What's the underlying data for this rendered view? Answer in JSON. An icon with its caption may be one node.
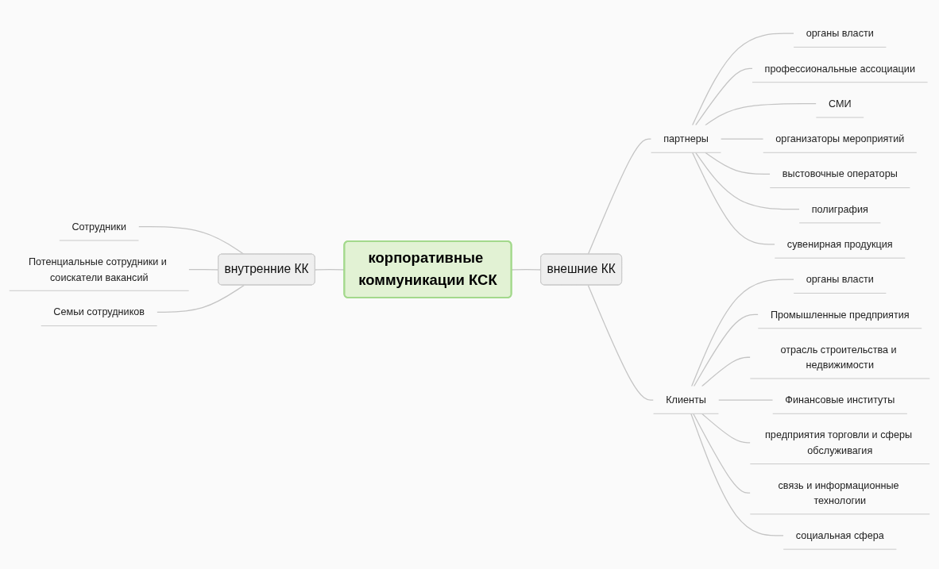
{
  "diagram": {
    "nodes": [
      {
        "text": [
          "корпоративные коммуникации КСК"
        ]
      },
      {
        "text": [
          "внутренние КК"
        ]
      },
      {
        "text": [
          "Сотрудники"
        ]
      },
      {
        "text": [
          "Потенциальные сотрудники и соискатели вакансий"
        ]
      },
      {
        "text": [
          "Семьи сотрудников"
        ]
      },
      {
        "text": [
          "внешние КК"
        ]
      },
      {
        "text": [
          "партнеры"
        ]
      },
      {
        "text": [
          "органы власти"
        ]
      },
      {
        "text": [
          "профессиональные ассоциации"
        ]
      },
      {
        "text": [
          "СМИ"
        ]
      },
      {
        "text": [
          "организаторы мероприятий"
        ]
      },
      {
        "text": [
          "выстовочные операторы"
        ]
      },
      {
        "text": [
          "полиграфия"
        ]
      },
      {
        "text": [
          "сувенирная продукция"
        ]
      },
      {
        "text": [
          "Клиенты"
        ]
      },
      {
        "text": [
          "органы власти"
        ]
      },
      {
        "text": [
          "Промышленные предприятия"
        ]
      },
      {
        "text": [
          "отрасль строительства и недвижимости"
        ]
      },
      {
        "text": [
          "Финансовые институты"
        ]
      },
      {
        "text": [
          "предприятия торговли и сферы обслуживагия"
        ]
      },
      {
        "text": [
          "связь и информационные технологии"
        ]
      },
      {
        "text": [
          "социальная сфера"
        ]
      }
    ],
    "edges": [
      {
        "from": 2,
        "to": 1,
        "arrow": "none"
      },
      {
        "from": 3,
        "to": 1,
        "arrow": "none"
      },
      {
        "from": 4,
        "to": 1,
        "arrow": "none"
      },
      {
        "from": 1,
        "to": 0,
        "arrow": "none"
      },
      {
        "from": 0,
        "to": 5,
        "arrow": "none"
      },
      {
        "from": 5,
        "to": 6,
        "arrow": "none"
      },
      {
        "from": 6,
        "to": 7,
        "arrow": "none"
      },
      {
        "from": 6,
        "to": 8,
        "arrow": "none"
      },
      {
        "from": 6,
        "to": 9,
        "arrow": "none"
      },
      {
        "from": 6,
        "to": 10,
        "arrow": "none"
      },
      {
        "from": 6,
        "to": 11,
        "arrow": "none"
      },
      {
        "from": 6,
        "to": 12,
        "arrow": "none"
      },
      {
        "from": 6,
        "to": 13,
        "arrow": "none"
      },
      {
        "from": 5,
        "to": 14,
        "arrow": "none"
      },
      {
        "from": 14,
        "to": 15,
        "arrow": "none"
      },
      {
        "from": 14,
        "to": 16,
        "arrow": "none"
      },
      {
        "from": 14,
        "to": 17,
        "arrow": "none"
      },
      {
        "from": 14,
        "to": 18,
        "arrow": "none"
      },
      {
        "from": 14,
        "to": 19,
        "arrow": "none"
      },
      {
        "from": 14,
        "to": 20,
        "arrow": "none"
      },
      {
        "from": 14,
        "to": 21,
        "arrow": "none"
      }
    ]
  }
}
